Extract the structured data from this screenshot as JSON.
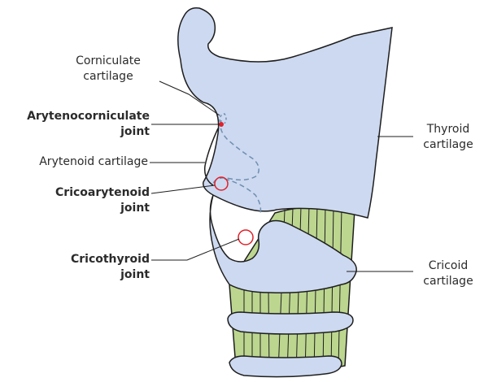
{
  "colors": {
    "cartilage_fill": "#cdd9f0",
    "cartilage_stroke": "#1e1e1e",
    "trachea_fill": "#bcd68f",
    "joint_marker": "#e0202a",
    "hidden_outline": "#6f8fb0"
  },
  "labels": {
    "corniculate": {
      "line1": "Corniculate",
      "line2": "cartilage"
    },
    "arytenocorniculate": {
      "line1": "Arytenocorniculate",
      "line2": "joint"
    },
    "arytenoid": {
      "line1": "Arytenoid cartilage"
    },
    "cricoarytenoid": {
      "line1": "Cricoarytenoid",
      "line2": "joint"
    },
    "cricothyroid": {
      "line1": "Cricothyroid",
      "line2": "joint"
    },
    "thyroid": {
      "line1": "Thyroid",
      "line2": "cartilage"
    },
    "cricoid": {
      "line1": "Cricoid",
      "line2": "cartilage"
    }
  }
}
